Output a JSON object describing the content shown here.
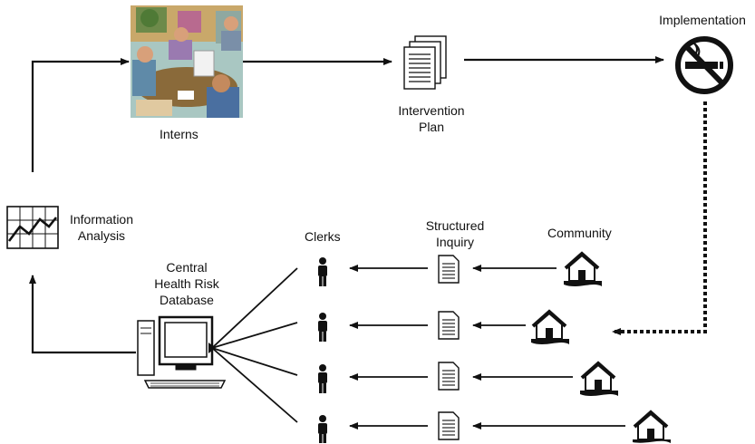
{
  "nodes": {
    "interns": "Interns",
    "intervention_plan_line1": "Intervention",
    "intervention_plan_line2": "Plan",
    "implementation": "Implementation",
    "information_analysis_line1": "Information",
    "information_analysis_line2": "Analysis",
    "clerks": "Clerks",
    "structured_inquiry_line1": "Structured",
    "structured_inquiry_line2": "Inquiry",
    "community": "Community",
    "database_line1": "Central",
    "database_line2": "Health Risk",
    "database_line3": "Database"
  },
  "icons": {
    "interns": "meeting-clipart-icon",
    "intervention_plan": "document-stack-icon",
    "implementation": "no-smoking-icon",
    "information_analysis": "line-chart-icon",
    "clerk": "person-icon",
    "inquiry": "document-icon",
    "community": "house-icon",
    "database": "computer-icon"
  },
  "rows": [
    {
      "clerk": "clerk-1",
      "form": "inquiry-1",
      "house": "house-1"
    },
    {
      "clerk": "clerk-2",
      "form": "inquiry-2",
      "house": "house-2"
    },
    {
      "clerk": "clerk-3",
      "form": "inquiry-3",
      "house": "house-3"
    },
    {
      "clerk": "clerk-4",
      "form": "inquiry-4",
      "house": "house-4"
    }
  ],
  "colors": {
    "line": "#111111",
    "background": "#ffffff"
  }
}
